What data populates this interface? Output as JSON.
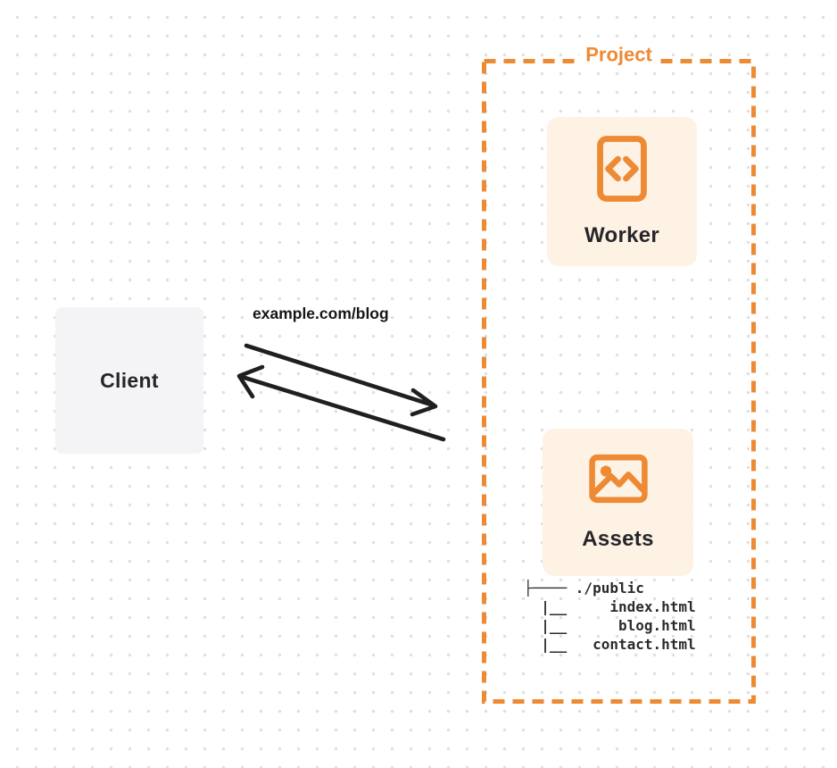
{
  "client": {
    "label": "Client"
  },
  "connection": {
    "label": "example.com/blog"
  },
  "project": {
    "title": "Project",
    "worker": {
      "label": "Worker",
      "icon": "code-file-icon"
    },
    "assets": {
      "label": "Assets",
      "icon": "image-icon"
    },
    "file_tree": {
      "lines": [
        "├──── ./public",
        "  |__     index.html",
        "  |__      blog.html",
        "  |__   contact.html"
      ]
    }
  },
  "colors": {
    "accent_orange": "#ed8a33",
    "card_cream": "#fdf2e4",
    "client_gray": "#f4f4f6",
    "arrow_dark": "#1f1f1f",
    "dot_grid": "#dfdfdf"
  }
}
